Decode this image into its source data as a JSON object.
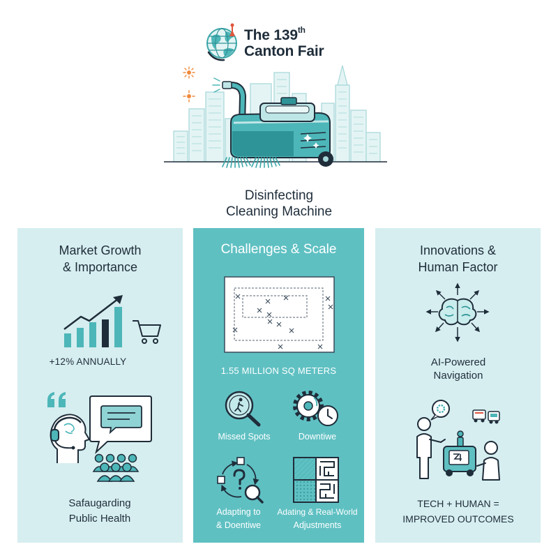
{
  "header": {
    "logo_title_prefix": "The 139",
    "logo_title_sup": "th",
    "logo_title_line2": "Canton Fair"
  },
  "hero": {
    "title_line1": "Disinfecting",
    "title_line2": "Cleaning Machine"
  },
  "panels": {
    "market": {
      "title_line1": "Market Growth",
      "title_line2": "& Importance",
      "stat": "+12% ANNUALLY",
      "caption_line1": "Safaugarding",
      "caption_line2": "Public Health"
    },
    "challenges": {
      "title": "Challenges & Scale",
      "stat": "1.55 MILLION SQ METERS",
      "items": [
        {
          "label_line1": "Missed Spots"
        },
        {
          "label_line1": "Downtiwe"
        },
        {
          "label_line1": "Adapting to",
          "label_line2": "& Doentiwe"
        },
        {
          "label_line1": "Adating & Real-World",
          "label_line2": "Adjustments"
        }
      ]
    },
    "innovations": {
      "title_line1": "Innovations &",
      "title_line2": "Human Factor",
      "feature_line1": "AI-Powered",
      "feature_line2": "Navigation",
      "caption_line1": "TECH + HUMAN =",
      "caption_line2": "IMPROVED OUTCOMES"
    }
  },
  "colors": {
    "accent": "#4db6b8",
    "accent_dark": "#2f9497",
    "panel_light": "#d6eef0",
    "panel_mid": "#5fc0c2",
    "ink": "#1f2d3a",
    "spark": "#f08a3c"
  },
  "icons": [
    "globe-logo-icon",
    "city-cleaning-machine-illustration",
    "growth-chart-icon",
    "shopping-cart-icon",
    "quote-icon",
    "headset-head-icon",
    "speech-bubble-icon",
    "people-group-icon",
    "floor-map-icon",
    "magnifier-icon",
    "gear-clock-icon",
    "cycle-question-icon",
    "maze-grid-icon",
    "brain-arrows-icon",
    "human-robot-team-icon"
  ]
}
